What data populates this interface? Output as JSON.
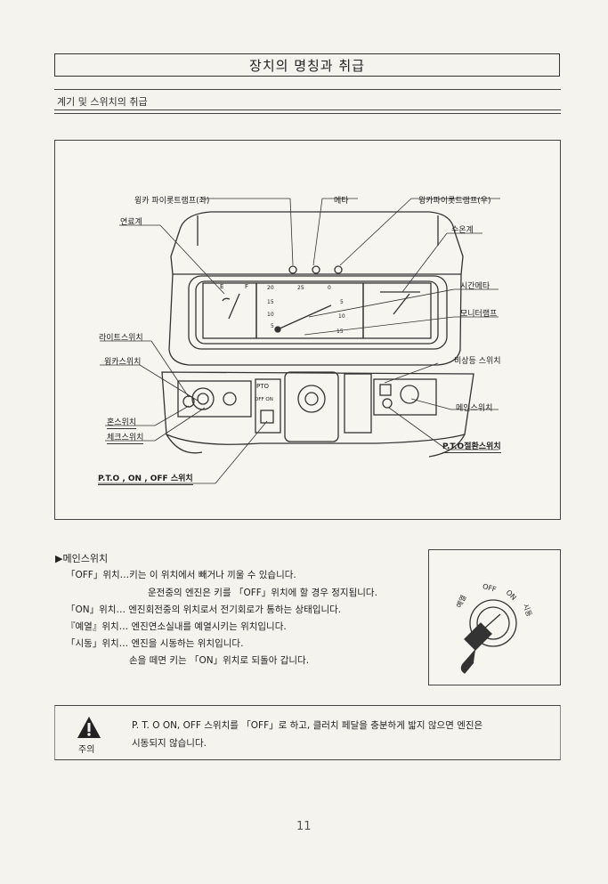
{
  "page": {
    "title": "장치의 명칭과 취급",
    "section_heading": "계기 및 스위치의 취급",
    "page_number": "11"
  },
  "figure": {
    "labels": {
      "winker_pilot_left": "윙카 파이롯트램프(좌)",
      "meter": "메타",
      "winker_pilot_right": "윙카파이롯트램프(우)",
      "fuel_gauge": "연료계",
      "temp_gauge": "수온계",
      "hour_meter": "시간메타",
      "monitor_lamp": "모니터램프",
      "light_switch": "라이트스위치",
      "winker_switch": "윙카스위치",
      "hazard_switch": "비상등 스위치",
      "main_switch": "메인스위치",
      "horn_switch": "혼스위치",
      "check_switch": "체크스위치",
      "pto_select_switch": "P.T.O절환스위치",
      "pto_on_off_switch": "P.T.O , ON , OFF 스위치",
      "panel_pto": "PTO",
      "panel_off_on": "OFF ON",
      "tach_scale": [
        "20",
        "25",
        "15",
        "10",
        "5",
        "0",
        "5",
        "10",
        "15"
      ],
      "fuel_marks": [
        "E",
        "F"
      ]
    }
  },
  "main_switch_section": {
    "heading": "▶메인스위치",
    "lines": [
      "「OFF」위치…키는 이 위치에서 빼거나 끼울 수 있습니다.",
      "운전중의 엔진은 키를 「OFF」위치에 할 경우 정지됩니다.",
      "「ON」위치… 엔진회전중의 위치로서 전기회로가 통하는 상태입니다.",
      "『예열』위치… 엔진연소실내를 예열시키는 위치입니다.",
      "「시동」위치… 엔진을 시동하는 위치입니다.",
      "손을 떼면 키는 「ON」위치로 되돌아 갑니다."
    ],
    "key_dial_labels": [
      "예열",
      "OFF",
      "ON",
      "시동"
    ]
  },
  "caution": {
    "label": "주의",
    "lines": [
      "P. T. O ON, OFF 스위치를 「OFF」로 하고, 클러치 페달을 충분하게 밟지 않으면  엔진은",
      "시동되지 않습니다."
    ]
  }
}
